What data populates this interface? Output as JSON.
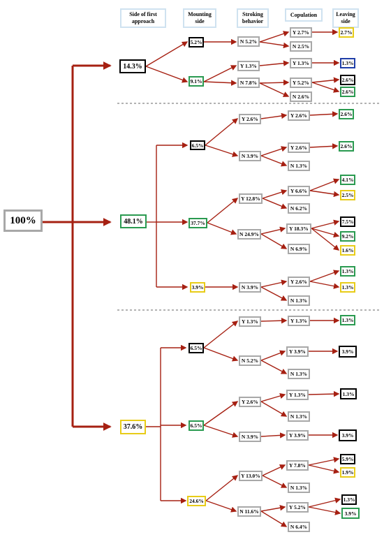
{
  "headers": {
    "approach": "Side of first approach",
    "mounting": "Mounting side",
    "stroking": "Stroking behavior",
    "copulation": "Copulation",
    "leaving": "Leaving side"
  },
  "colors": {
    "arrow": "#a62012",
    "black": "#000000",
    "green": "#2a9a50",
    "yellow": "#e8cc18",
    "grey": "#a8a8a8",
    "blue": "#1f3ea8",
    "header_border": "#cfe2f0"
  },
  "root": "100%",
  "approach": [
    "14.3%",
    "48.1%",
    "37.6%"
  ],
  "mounting": [
    "5.2%",
    "9.1%",
    "6.5%",
    "37.7%",
    "3.9%",
    "6.5%",
    "6.5%",
    "24.6%"
  ],
  "stroking": [
    "N 5.2%",
    "Y 1.3%",
    "N 7.8%",
    "Y 2.6%",
    "N 3.9%",
    "Y 12.8%",
    "N 24.9%",
    "N 3.9%",
    "Y 1.3%",
    "N 5.2%",
    "Y 2.6%",
    "N 3.9%",
    "Y 13.0%",
    "N 11.6%"
  ],
  "copulation": [
    "Y 2.7%",
    "N 2.5%",
    "Y 1.3%",
    "Y 5.2%",
    "N 2.6%",
    "Y 2.6%",
    "Y 2.6%",
    "N 1.3%",
    "Y 6.6%",
    "N 6.2%",
    "Y 18.3%",
    "N 6.9%",
    "Y 2.6%",
    "N 1.3%",
    "Y 1.3%",
    "Y 3.9%",
    "N 1.3%",
    "Y 1.3%",
    "N 1.3%",
    "Y 3.9%",
    "Y 7.8%",
    "N 1.3%",
    "Y 5.2%",
    "N 6.4%"
  ],
  "leaving": [
    "2.7%",
    "1.3%",
    "2.6%",
    "2.6%",
    "2.6%",
    "2.6%",
    "4.1%",
    "2.5%",
    "7.5%",
    "9.2%",
    "1.6%",
    "1.3%",
    "1.3%",
    "1.3%",
    "3.9%",
    "1.3%",
    "3.9%",
    "5.9%",
    "1.9%",
    "1.3%",
    "3.9%"
  ]
}
